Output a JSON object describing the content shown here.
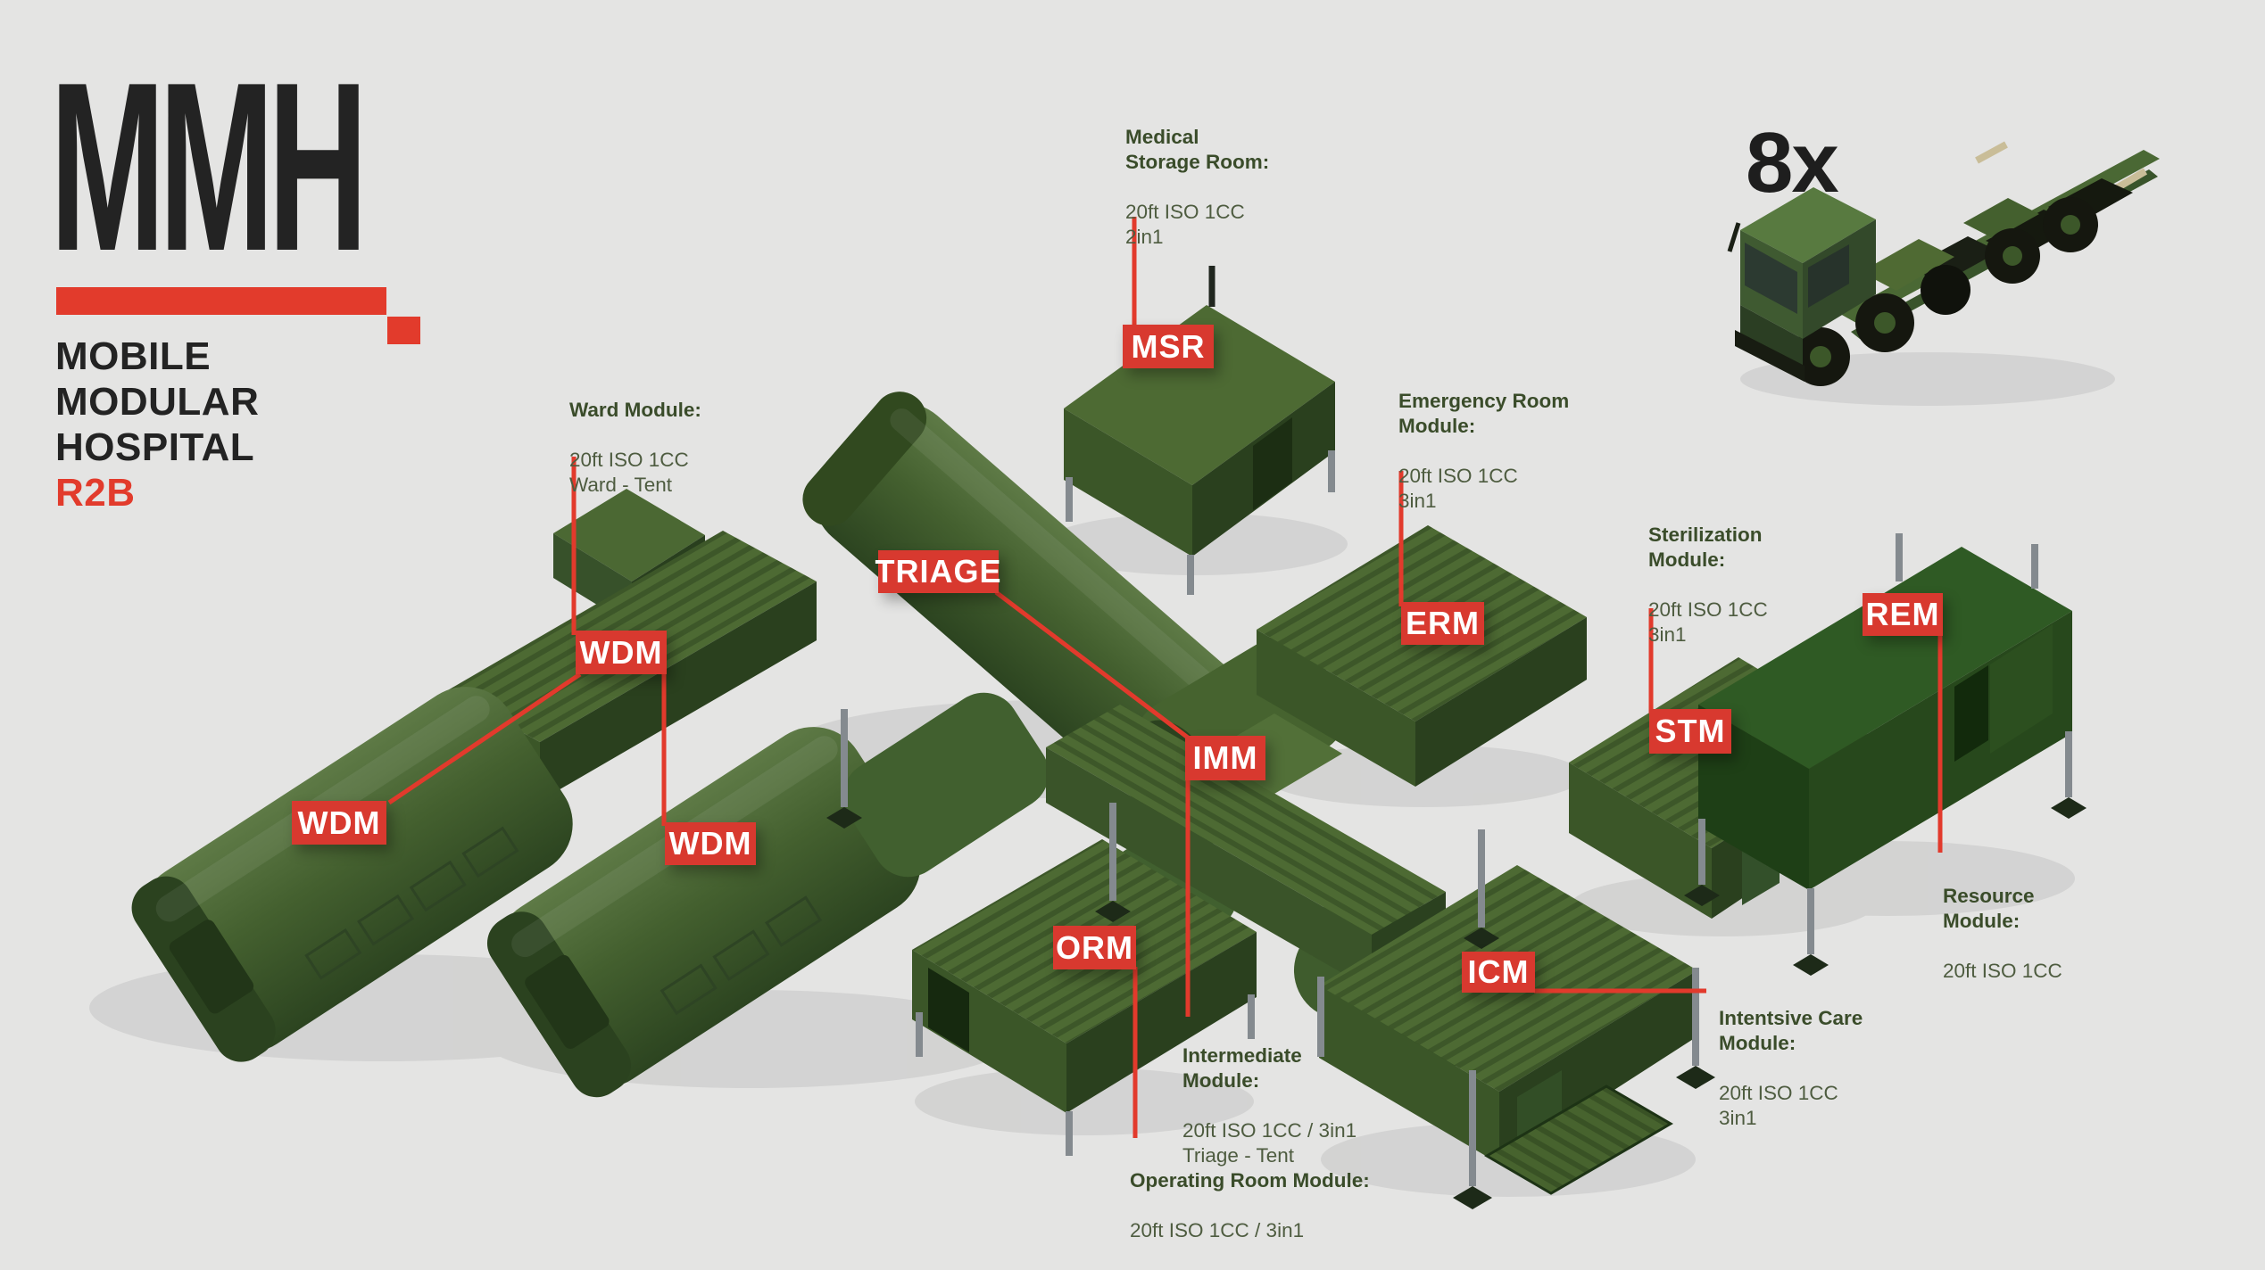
{
  "colors": {
    "background": "#e4e4e3",
    "badge_red": "#d8392f",
    "line_red": "#e23a2c",
    "logo_red": "#e23b2c",
    "ink": "#232323",
    "label_title_green": "#3a4c2a",
    "label_body_green": "#4e5c40",
    "module_green": "#4d6a33",
    "module_green_dark": "#2b411f"
  },
  "logo": {
    "acronym": "MMH",
    "name": "MOBILE\nMODULAR\nHOSPITAL",
    "variant": "R2B"
  },
  "truck": {
    "count": "8x"
  },
  "badges": {
    "msr": "MSR",
    "triage": "TRIAGE",
    "wdm_top": "WDM",
    "wdm_left": "WDM",
    "wdm_right": "WDM",
    "erm": "ERM",
    "stm": "STM",
    "rem": "REM",
    "imm": "IMM",
    "orm": "ORM",
    "icm": "ICM"
  },
  "labels": {
    "medical_storage": {
      "title": "Medical\nStorage Room:",
      "details": "20ft ISO 1CC\n2in1"
    },
    "ward": {
      "title": "Ward Module:",
      "details": "20ft ISO 1CC\nWard - Tent"
    },
    "emergency": {
      "title": "Emergency Room\nModule:",
      "details": "20ft ISO 1CC\n3in1"
    },
    "sterilization": {
      "title": "Sterilization\nModule:",
      "details": "20ft ISO 1CC\n3in1"
    },
    "resource": {
      "title": "Resource\nModule:",
      "details": "20ft ISO 1CC"
    },
    "intensive_care": {
      "title": "Intentsive Care\nModule:",
      "details": "20ft ISO 1CC\n3in1"
    },
    "intermediate": {
      "title": "Intermediate\nModule:",
      "details": "20ft ISO 1CC / 3in1\nTriage - Tent"
    },
    "operating_room": {
      "title": "Operating Room Module:",
      "details": "20ft ISO 1CC / 3in1"
    }
  }
}
